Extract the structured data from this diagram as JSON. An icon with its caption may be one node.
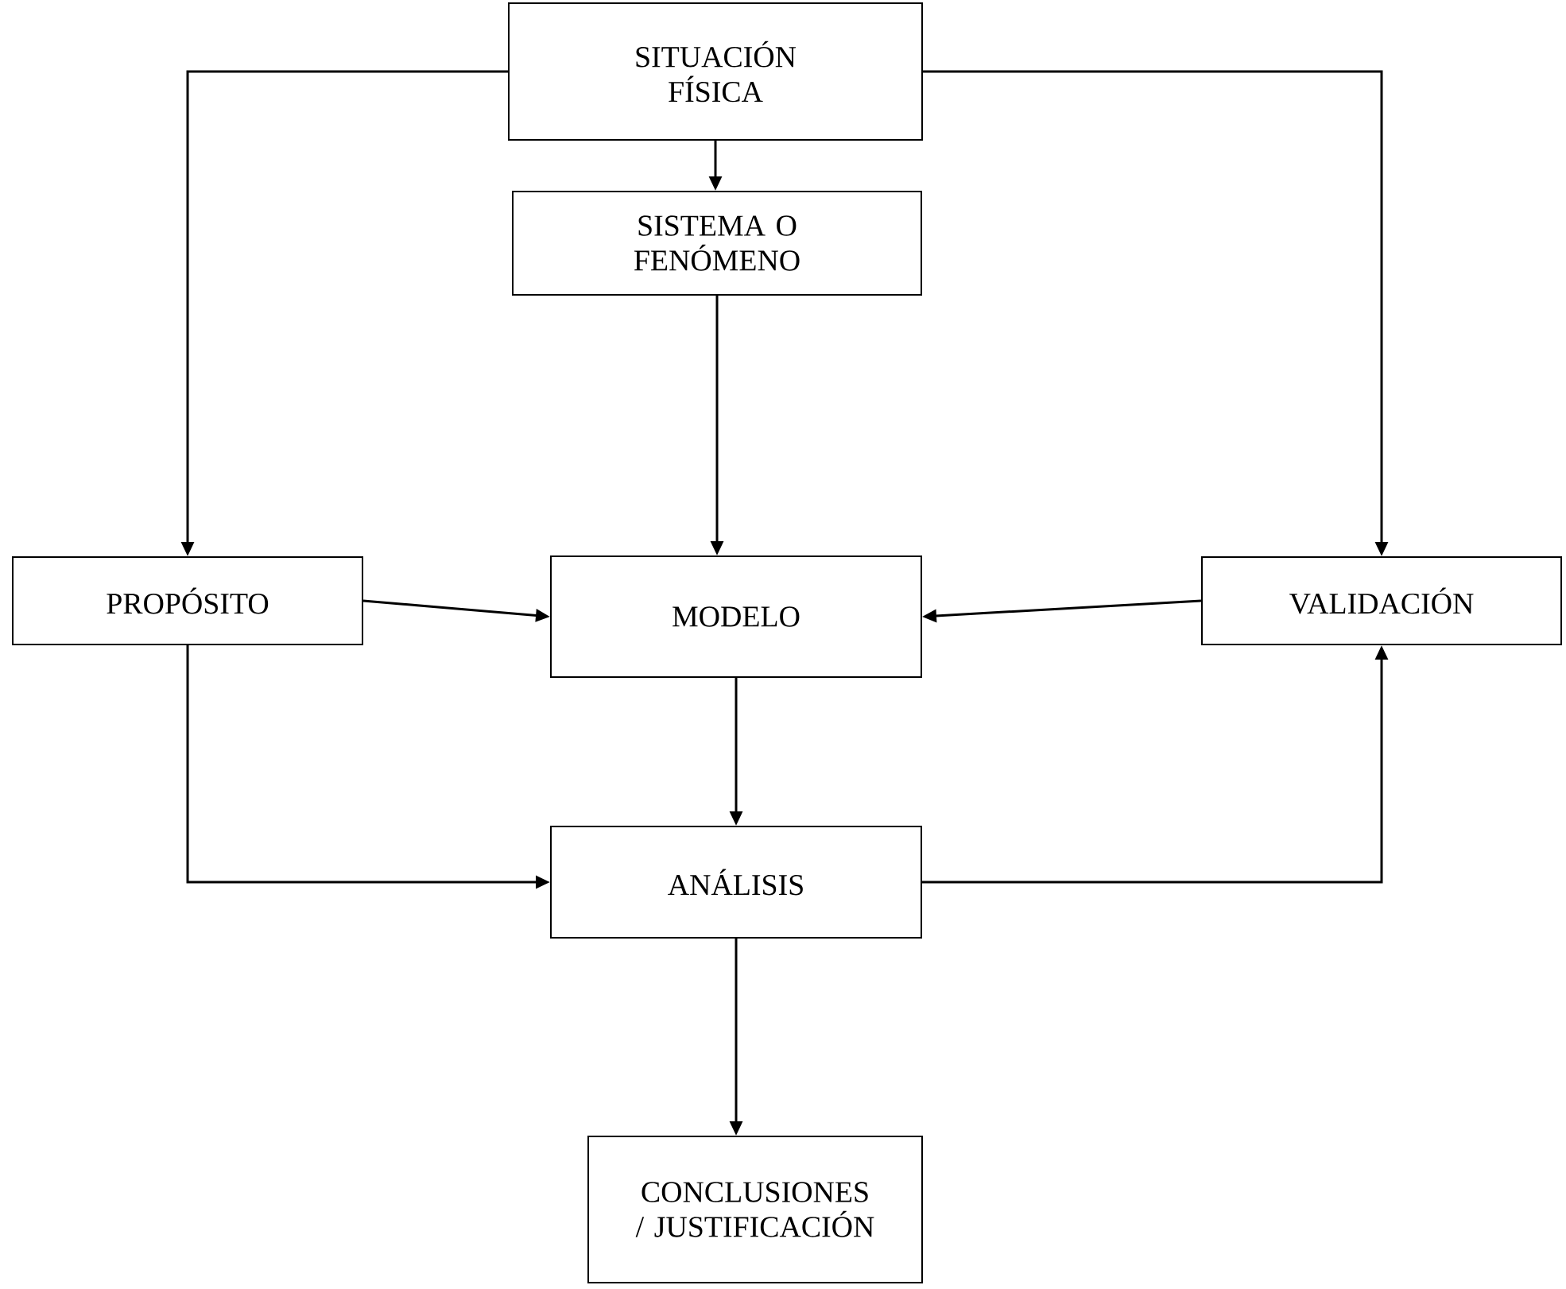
{
  "diagram": {
    "nodes": [
      {
        "text": [
          "SITUACIÓN FÍSICA"
        ]
      },
      {
        "text": [
          "SISTEMA O FENÓMENO"
        ]
      },
      {
        "text": [
          "PROPÓSITO"
        ]
      },
      {
        "text": [
          "MODELO"
        ]
      },
      {
        "text": [
          "VALIDACIÓN"
        ]
      },
      {
        "text": [
          "ANÁLISIS"
        ]
      },
      {
        "text": [
          "CONCLUSIONES / JUSTIFICACIÓN"
        ]
      }
    ],
    "edges": [
      {
        "from": 0,
        "to": 1,
        "arrow": "to"
      },
      {
        "from": 0,
        "to": 2,
        "arrow": "to"
      },
      {
        "from": 0,
        "to": 4,
        "arrow": "to"
      },
      {
        "from": 1,
        "to": 3,
        "arrow": "to"
      },
      {
        "from": 2,
        "to": 3,
        "arrow": "to"
      },
      {
        "from": 4,
        "to": 3,
        "arrow": "to"
      },
      {
        "from": 2,
        "to": 5,
        "arrow": "to"
      },
      {
        "from": 3,
        "to": 5,
        "arrow": "to"
      },
      {
        "from": 5,
        "to": 4,
        "arrow": "to"
      },
      {
        "from": 5,
        "to": 6,
        "arrow": "to"
      }
    ]
  }
}
